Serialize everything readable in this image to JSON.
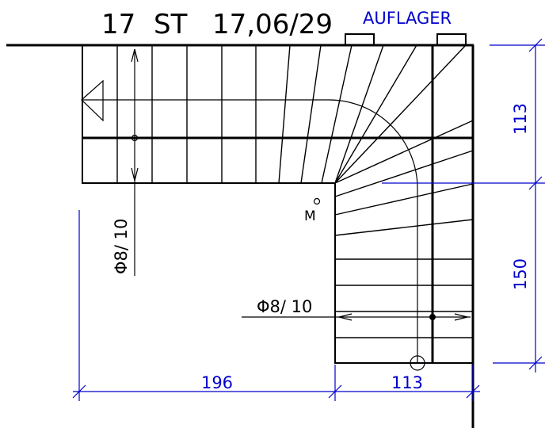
{
  "header": {
    "steps": "17",
    "steps_unit": "ST",
    "ratio": "17,06/29",
    "support_label": "AUFLAGER"
  },
  "rebar": {
    "vertical_label": "Φ8/ 10",
    "horizontal_label": "Φ8/ 10"
  },
  "center_mark": "M",
  "dimensions": {
    "right_upper": "113",
    "right_lower": "150",
    "bottom_left": "196",
    "bottom_right": "113"
  },
  "colors": {
    "line": "#000000",
    "dimension": "#0000cc",
    "background": "#ffffff"
  }
}
